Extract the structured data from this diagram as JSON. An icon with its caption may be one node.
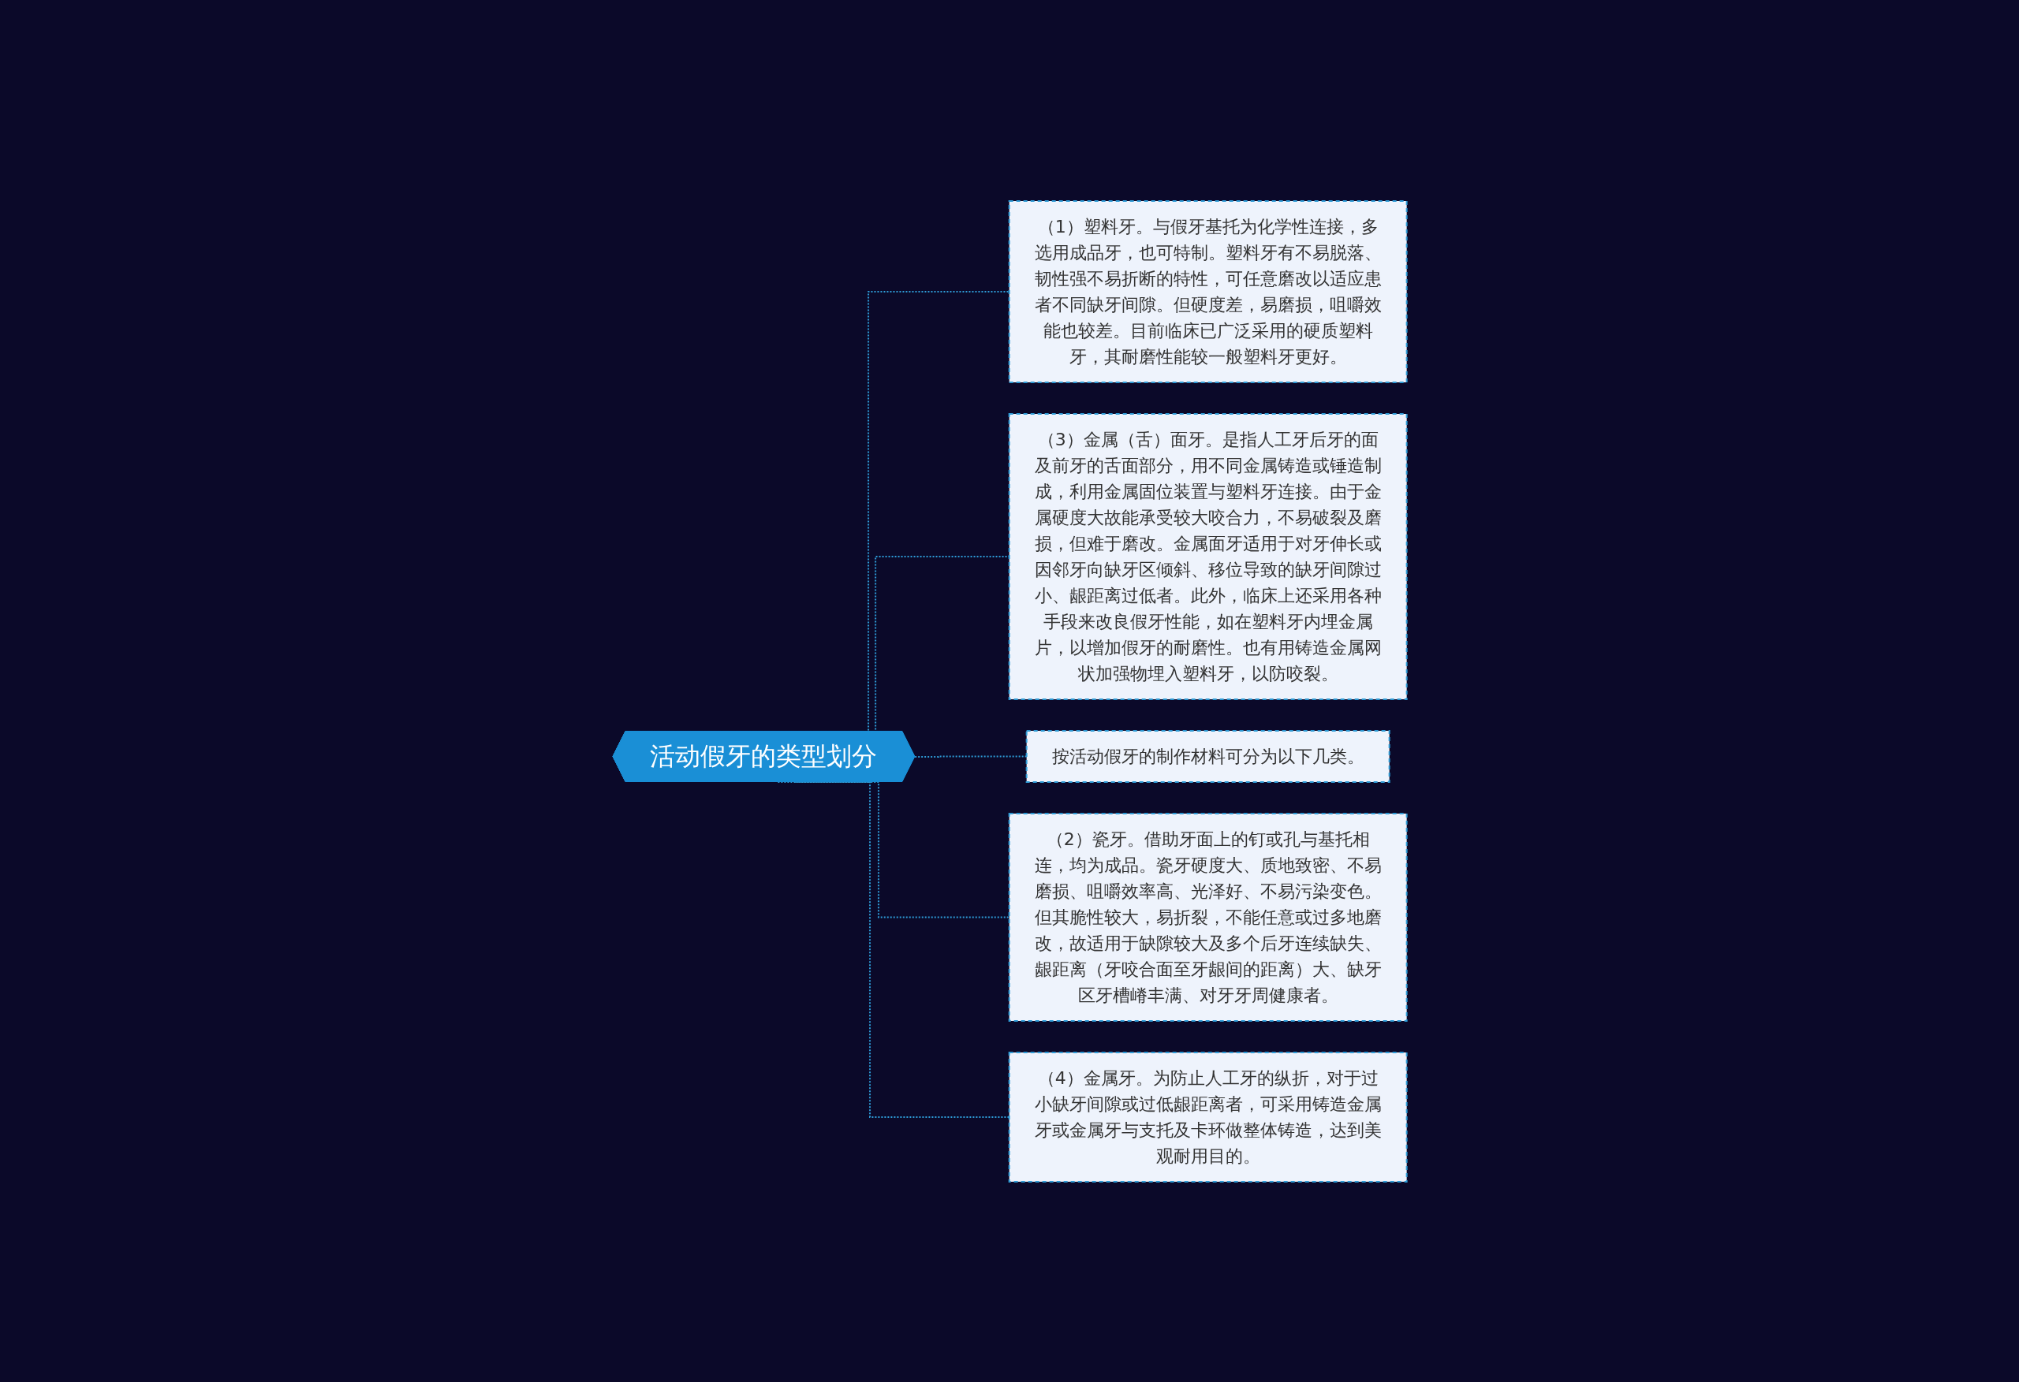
{
  "diagram": {
    "nodes": [
      {
        "text": [
          "活动假牙的类型划分"
        ]
      },
      {
        "text": [
          "（1）塑料牙。与假牙基托为化学性连接，多选用成品牙，也可特制。塑料牙有不易脱落、韧性强不易折断的特性，可任意磨改以适应患者不同缺牙间隙。但硬度差，易磨损，咀嚼效能也较差。目前临床已广泛采用的硬质塑料牙，其耐磨性能较一般塑料牙更好。"
        ]
      },
      {
        "text": [
          "（3）金属（舌）面牙。是指人工牙后牙的面及前牙的舌面部分，用不同金属铸造或锤造制成，利用金属固位装置与塑料牙连接。由于金属硬度大故能承受较大咬合力，不易破裂及磨损，但难于磨改。金属面牙适用于对牙伸长或因邻牙向缺牙区倾斜、移位导致的缺牙间隙过小、龈距离过低者。此外，临床上还采用各种手段来改良假牙性能，如在塑料牙内埋金属片，以增加假牙的耐磨性。也有用铸造金属网状加强物埋入塑料牙，以防咬裂。"
        ]
      },
      {
        "text": [
          "按活动假牙的制作材料可分为以下几类。"
        ]
      },
      {
        "text": [
          "（2）瓷牙。借助牙面上的钉或孔与基托相连，均为成品。瓷牙硬度大、质地致密、不易磨损、咀嚼效率高、光泽好、不易污染变色。但其脆性较大，易折裂，不能任意或过多地磨改，故适用于缺隙较大及多个后牙连续缺失、龈距离（牙咬合面至牙龈间的距离）大、缺牙区牙槽嵴丰满、对牙牙周健康者。"
        ]
      },
      {
        "text": [
          "（4）金属牙。为防止人工牙的纵折，对于过小缺牙间隙或过低龈距离者，可采用铸造金属牙或金属牙与支托及卡环做整体铸造，达到美观耐用目的。"
        ]
      }
    ],
    "edges": [
      {
        "from": 0,
        "to": 1,
        "arrow": "none",
        "style": "dashed"
      },
      {
        "from": 0,
        "to": 2,
        "arrow": "none",
        "style": "dashed"
      },
      {
        "from": 0,
        "to": 3,
        "arrow": "none",
        "style": "dashed"
      },
      {
        "from": 0,
        "to": 4,
        "arrow": "none",
        "style": "dashed"
      },
      {
        "from": 0,
        "to": 5,
        "arrow": "none",
        "style": "dashed"
      }
    ]
  }
}
